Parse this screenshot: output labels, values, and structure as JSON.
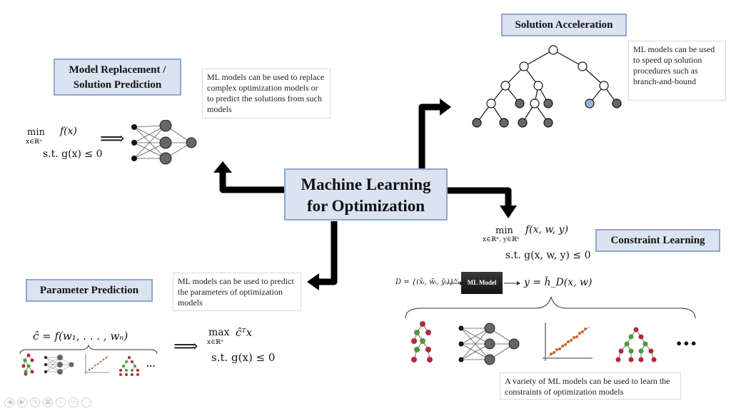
{
  "center": {
    "title_line1": "Machine Learning",
    "title_line2": "for Optimization"
  },
  "model_replacement": {
    "title_line1": "Model Replacement /",
    "title_line2": "Solution Prediction",
    "note": "ML models can be used to replace complex optimization models or to predict the solutions from such models",
    "min_label": "min",
    "min_sub": "x∈ℝⁿ",
    "objective": "f(x)",
    "constraint": "s.t. g(x) ≤ 0",
    "implies": "⟹"
  },
  "solution_acceleration": {
    "title": "Solution Acceleration",
    "note": "ML models can be used to speed up solution procedures such as branch-and-bound"
  },
  "parameter_prediction": {
    "title": "Parameter Prediction",
    "note": "ML models can be used to predict the parameters of optimization models",
    "equation": "ĉ = f(w₁, . . . , wₙ)",
    "implies": "⟹",
    "max_label": "max",
    "max_sub": "x∈ℝⁿ",
    "objective": "ĉᵀx",
    "constraint": "s.t. g(x) ≤ 0",
    "ellipsis": "..."
  },
  "constraint_learning": {
    "title": "Constraint Learning",
    "min_label": "min",
    "min_sub": "x∈ℝⁿ, y∈ℝᵏ",
    "objective": "f(x, w, y)",
    "constraint": "s.t. g(x, w, y) ≤ 0",
    "dataset": "D = {(x̄ᵢ, w̄ᵢ, ȳᵢ)}ᴺᵢ₌₁",
    "ml_model": "ML Model",
    "output": "y = ĥ_D(x, w)",
    "ellipsis": "•••",
    "note": "A variety of ML models can be used to learn the constraints of optimization models"
  },
  "colors": {
    "box_fill": "#dbe3f1",
    "box_border": "#8fa6d0",
    "tree_red": "#b22a3a",
    "tree_green": "#4b9a3b",
    "highlight_node": "#9db4e0",
    "scatter_dot": "#c8692b"
  }
}
